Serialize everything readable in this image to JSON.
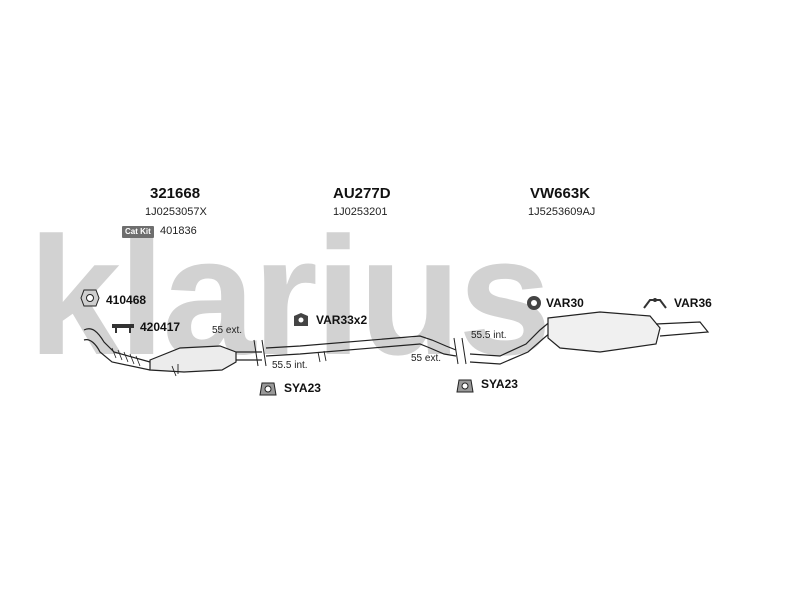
{
  "watermark": "klarius",
  "groups": [
    {
      "code": "321668",
      "ref": "1J0253057X"
    },
    {
      "code": "AU277D",
      "ref": "1J0253201"
    },
    {
      "code": "VW663K",
      "ref": "1J5253609AJ"
    }
  ],
  "cat_kit": {
    "badge": "Cat Kit",
    "number": "401836"
  },
  "parts": {
    "p410468": "410468",
    "p420417": "420417",
    "var33": "VAR33x2",
    "sya23_a": "SYA23",
    "sya23_b": "SYA23",
    "var30": "VAR30",
    "var36": "VAR36"
  },
  "dimensions": {
    "ext1": "55 ext.",
    "int1": "55.5 int.",
    "int2": "55.5 int.",
    "ext2": "55 ext."
  }
}
